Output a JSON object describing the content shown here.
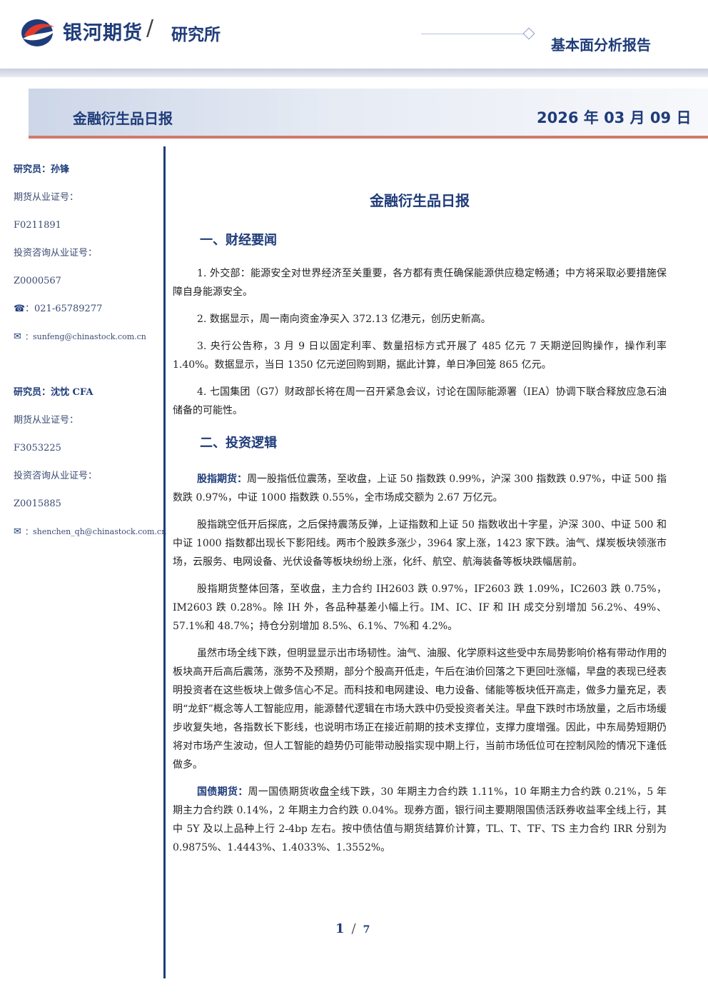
{
  "header": {
    "brand": "银河期货",
    "slash": "/",
    "dept": "研究所",
    "report_type": "基本面分析报告"
  },
  "title_bar": {
    "title": "金融衍生品日报",
    "date": "2026 年 03 月 09 日"
  },
  "sidebar": {
    "researcher1": {
      "name": "研究员：孙锋",
      "license_label": "期货从业证号：",
      "license": "F0211891",
      "consult_label": "投资咨询从业证号：",
      "consult": "Z0000567",
      "phone_icon": "☎",
      "phone": "：021-65789277",
      "email_icon": "✉",
      "email": "：sunfeng@chinastock.com.cn"
    },
    "researcher2": {
      "name": "研究员：沈忱  CFA",
      "license_label": "期货从业证号：",
      "license": "F3053225",
      "consult_label": "投资咨询从业证号：",
      "consult": "Z0015885",
      "email_icon": "✉",
      "email": "：shenchen_qh@chinastock.com.cn"
    }
  },
  "doc": {
    "title": "金融衍生品日报",
    "section1": "一、财经要闻",
    "news": [
      "1. 外交部：能源安全对世界经济至关重要，各方都有责任确保能源供应稳定畅通；中方将采取必要措施保障自身能源安全。",
      "2. 数据显示，周一南向资金净买入 372.13 亿港元，创历史新高。",
      "3. 央行公告称，3 月 9 日以固定利率、数量招标方式开展了 485 亿元 7 天期逆回购操作，操作利率 1.40%。数据显示，当日 1350 亿元逆回购到期，据此计算，单日净回笼 865 亿元。",
      "4. 七国集团（G7）财政部长将在周一召开紧急会议，讨论在国际能源署（IEA）协调下联合释放应急石油储备的可能性。"
    ],
    "section2": "二、投资逻辑",
    "stock_label": "股指期货：",
    "stock_p1": "周一股指低位震荡，至收盘，上证 50 指数跌 0.99%，沪深 300 指数跌 0.97%，中证 500 指数跌 0.97%，中证 1000 指数跌 0.55%，全市场成交额为 2.67 万亿元。",
    "stock_p2": "股指跳空低开后探底，之后保持震荡反弹，上证指数和上证 50 指数收出十字星，沪深 300、中证 500 和中证 1000 指数都出现长下影阳线。两市个股跌多涨少，3964 家上涨，1423 家下跌。油气、煤炭板块领涨市场，云服务、电网设备、光伏设备等板块纷纷上涨，化纤、航空、航海装备等板块跌幅居前。",
    "stock_p3": "股指期货整体回落，至收盘，主力合约 IH2603 跌 0.97%，IF2603 跌 1.09%，IC2603 跌 0.75%，IM2603 跌 0.28%。除 IH 外，各品种基差小幅上行。IM、IC、IF 和 IH 成交分别增加 56.2%、49%、57.1%和 48.7%；持仓分别增加 8.5%、6.1%、7%和 4.2%。",
    "stock_p4": "虽然市场全线下跌，但明显显示出市场韧性。油气、油服、化学原料这些受中东局势影响价格有带动作用的板块高开后高后震荡，涨势不及预期，部分个股高开低走，午后在油价回落之下更回吐涨幅，早盘的表现已经表明投资者在这些板块上做多信心不足。而科技和电网建设、电力设备、储能等板块低开高走，做多力量充足，表明“龙虾”概念等人工智能应用，能源替代逻辑在市场大跌中仍受投资者关注。早盘下跌时市场放量，之后市场缓步收复失地，各指数长下影线，也说明市场正在接近前期的技术支撑位，支撑力度增强。因此，中东局势短期仍将对市场产生波动，但人工智能的趋势仍可能带动股指实现中期上行，当前市场低位可在控制风险的情况下逢低做多。",
    "bond_label": "国债期货：",
    "bond_p1": "周一国债期货收盘全线下跌，30 年期主力合约跌 1.11%，10 年期主力合约跌 0.21%，5 年期主力合约跌 0.14%，2 年期主力合约跌 0.04%。现券方面，银行间主要期限国债活跃券收益率全线上行，其中 5Y 及以上品种上行 2-4bp 左右。按中债估值与期货结算价计算，TL、T、TF、TS 主力合约 IRR 分别为 0.9875%、1.4443%、1.4033%、1.3552%。"
  },
  "footer": {
    "page": "1",
    "sep": "/",
    "total": "7"
  }
}
